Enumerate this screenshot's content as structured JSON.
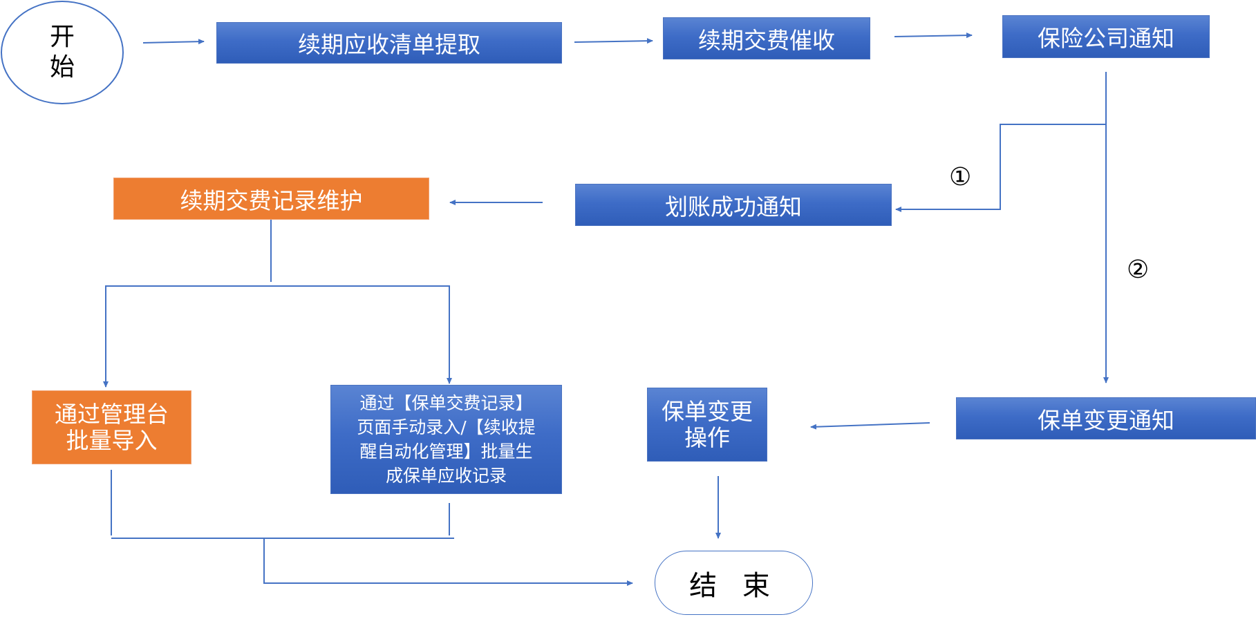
{
  "diagram": {
    "start": {
      "label_line1": "开",
      "label_line2": "始"
    },
    "end": {
      "label": "结 束"
    },
    "nodes": {
      "extract_list": "续期应收清单提取",
      "payment_reminder": "续期交费催收",
      "insurer_notice": "保险公司通知",
      "debit_success_notice": "划账成功通知",
      "record_maintenance": "续期交费记录维护",
      "batch_import": [
        "通过管理台",
        "批量导入"
      ],
      "manual_entry": [
        "通过【保单交费记录】",
        "页面手动录入/【续收提",
        "醒自动化管理】批量生",
        "成保单应收记录"
      ],
      "policy_change_notice": "保单变更通知",
      "policy_change_operation": [
        "保单变更",
        "操作"
      ]
    },
    "branch_markers": {
      "branch1": "①",
      "branch2": "②"
    },
    "colors": {
      "process_blue": "#4472c4",
      "manual_orange": "#ed7d31",
      "connector": "#4472c4"
    }
  }
}
